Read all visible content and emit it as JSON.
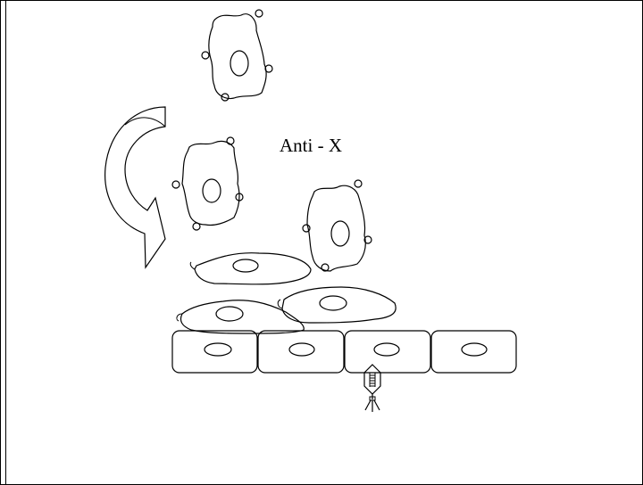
{
  "diagram": {
    "label": "Anti - X",
    "stroke_color": "#000000",
    "background_color": "#ffffff",
    "shapes": {
      "floating_cells": 3,
      "flattened_cells": 3,
      "epithelial_cells": 4,
      "virus_particles": 1
    }
  }
}
